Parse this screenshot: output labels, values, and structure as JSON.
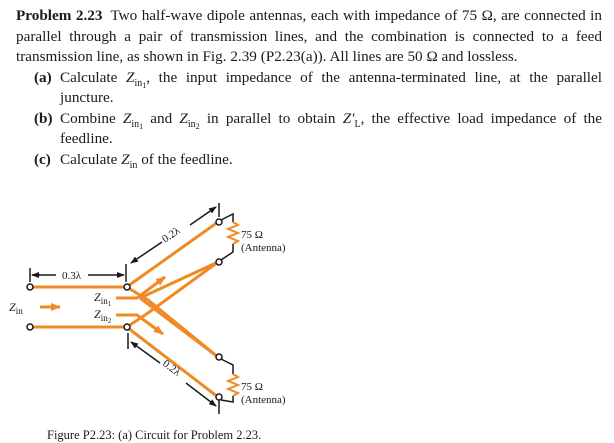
{
  "problem": {
    "title": "Problem 2.23",
    "statement": "Two half-wave dipole antennas, each with impedance of 75 Ω, are connected in parallel through a pair of transmission lines, and the combination is connected to a feed transmission line, as shown in Fig. 2.39 (P2.23(a)). All lines are 50 Ω and lossless.",
    "parts": [
      {
        "label": "(a)",
        "pre": "Calculate ",
        "sym1": "Z",
        "sub1": "in",
        "subsub1": "1",
        "post": ", the input impedance of the antenna-terminated line, at the parallel juncture."
      },
      {
        "label": "(b)",
        "pre": "Combine ",
        "sym1": "Z",
        "sub1": "in",
        "subsub1": "1",
        "mid": " and ",
        "sym2": "Z",
        "sub2": "in",
        "subsub2": "2",
        "mid2": " in parallel to obtain ",
        "sym3": "Z′",
        "sub3": "L",
        "post": ", the effective load impedance of the feedline."
      },
      {
        "label": "(c)",
        "pre": "Calculate ",
        "sym1": "Z",
        "sub1": "in",
        "post": " of the feedline."
      }
    ]
  },
  "figure": {
    "feed_length_label": "0.3λ",
    "upper_branch_length_label": "0.2λ",
    "lower_branch_length_label": "0.2λ",
    "zin_label": "Z",
    "zin_sub": "in",
    "zin1_label": "Z",
    "zin1_sub": "in",
    "zin1_subsub": "1",
    "zin2_label": "Z",
    "zin2_sub": "in",
    "zin2_subsub": "2",
    "antenna_upper": {
      "impedance": "75 Ω",
      "label": "(Antenna)"
    },
    "antenna_lower": {
      "impedance": "75 Ω",
      "label": "(Antenna)"
    },
    "line_color": "#f08a24",
    "ink_color": "#1a1a1a",
    "caption": "Figure P2.23: (a) Circuit for Problem 2.23."
  }
}
